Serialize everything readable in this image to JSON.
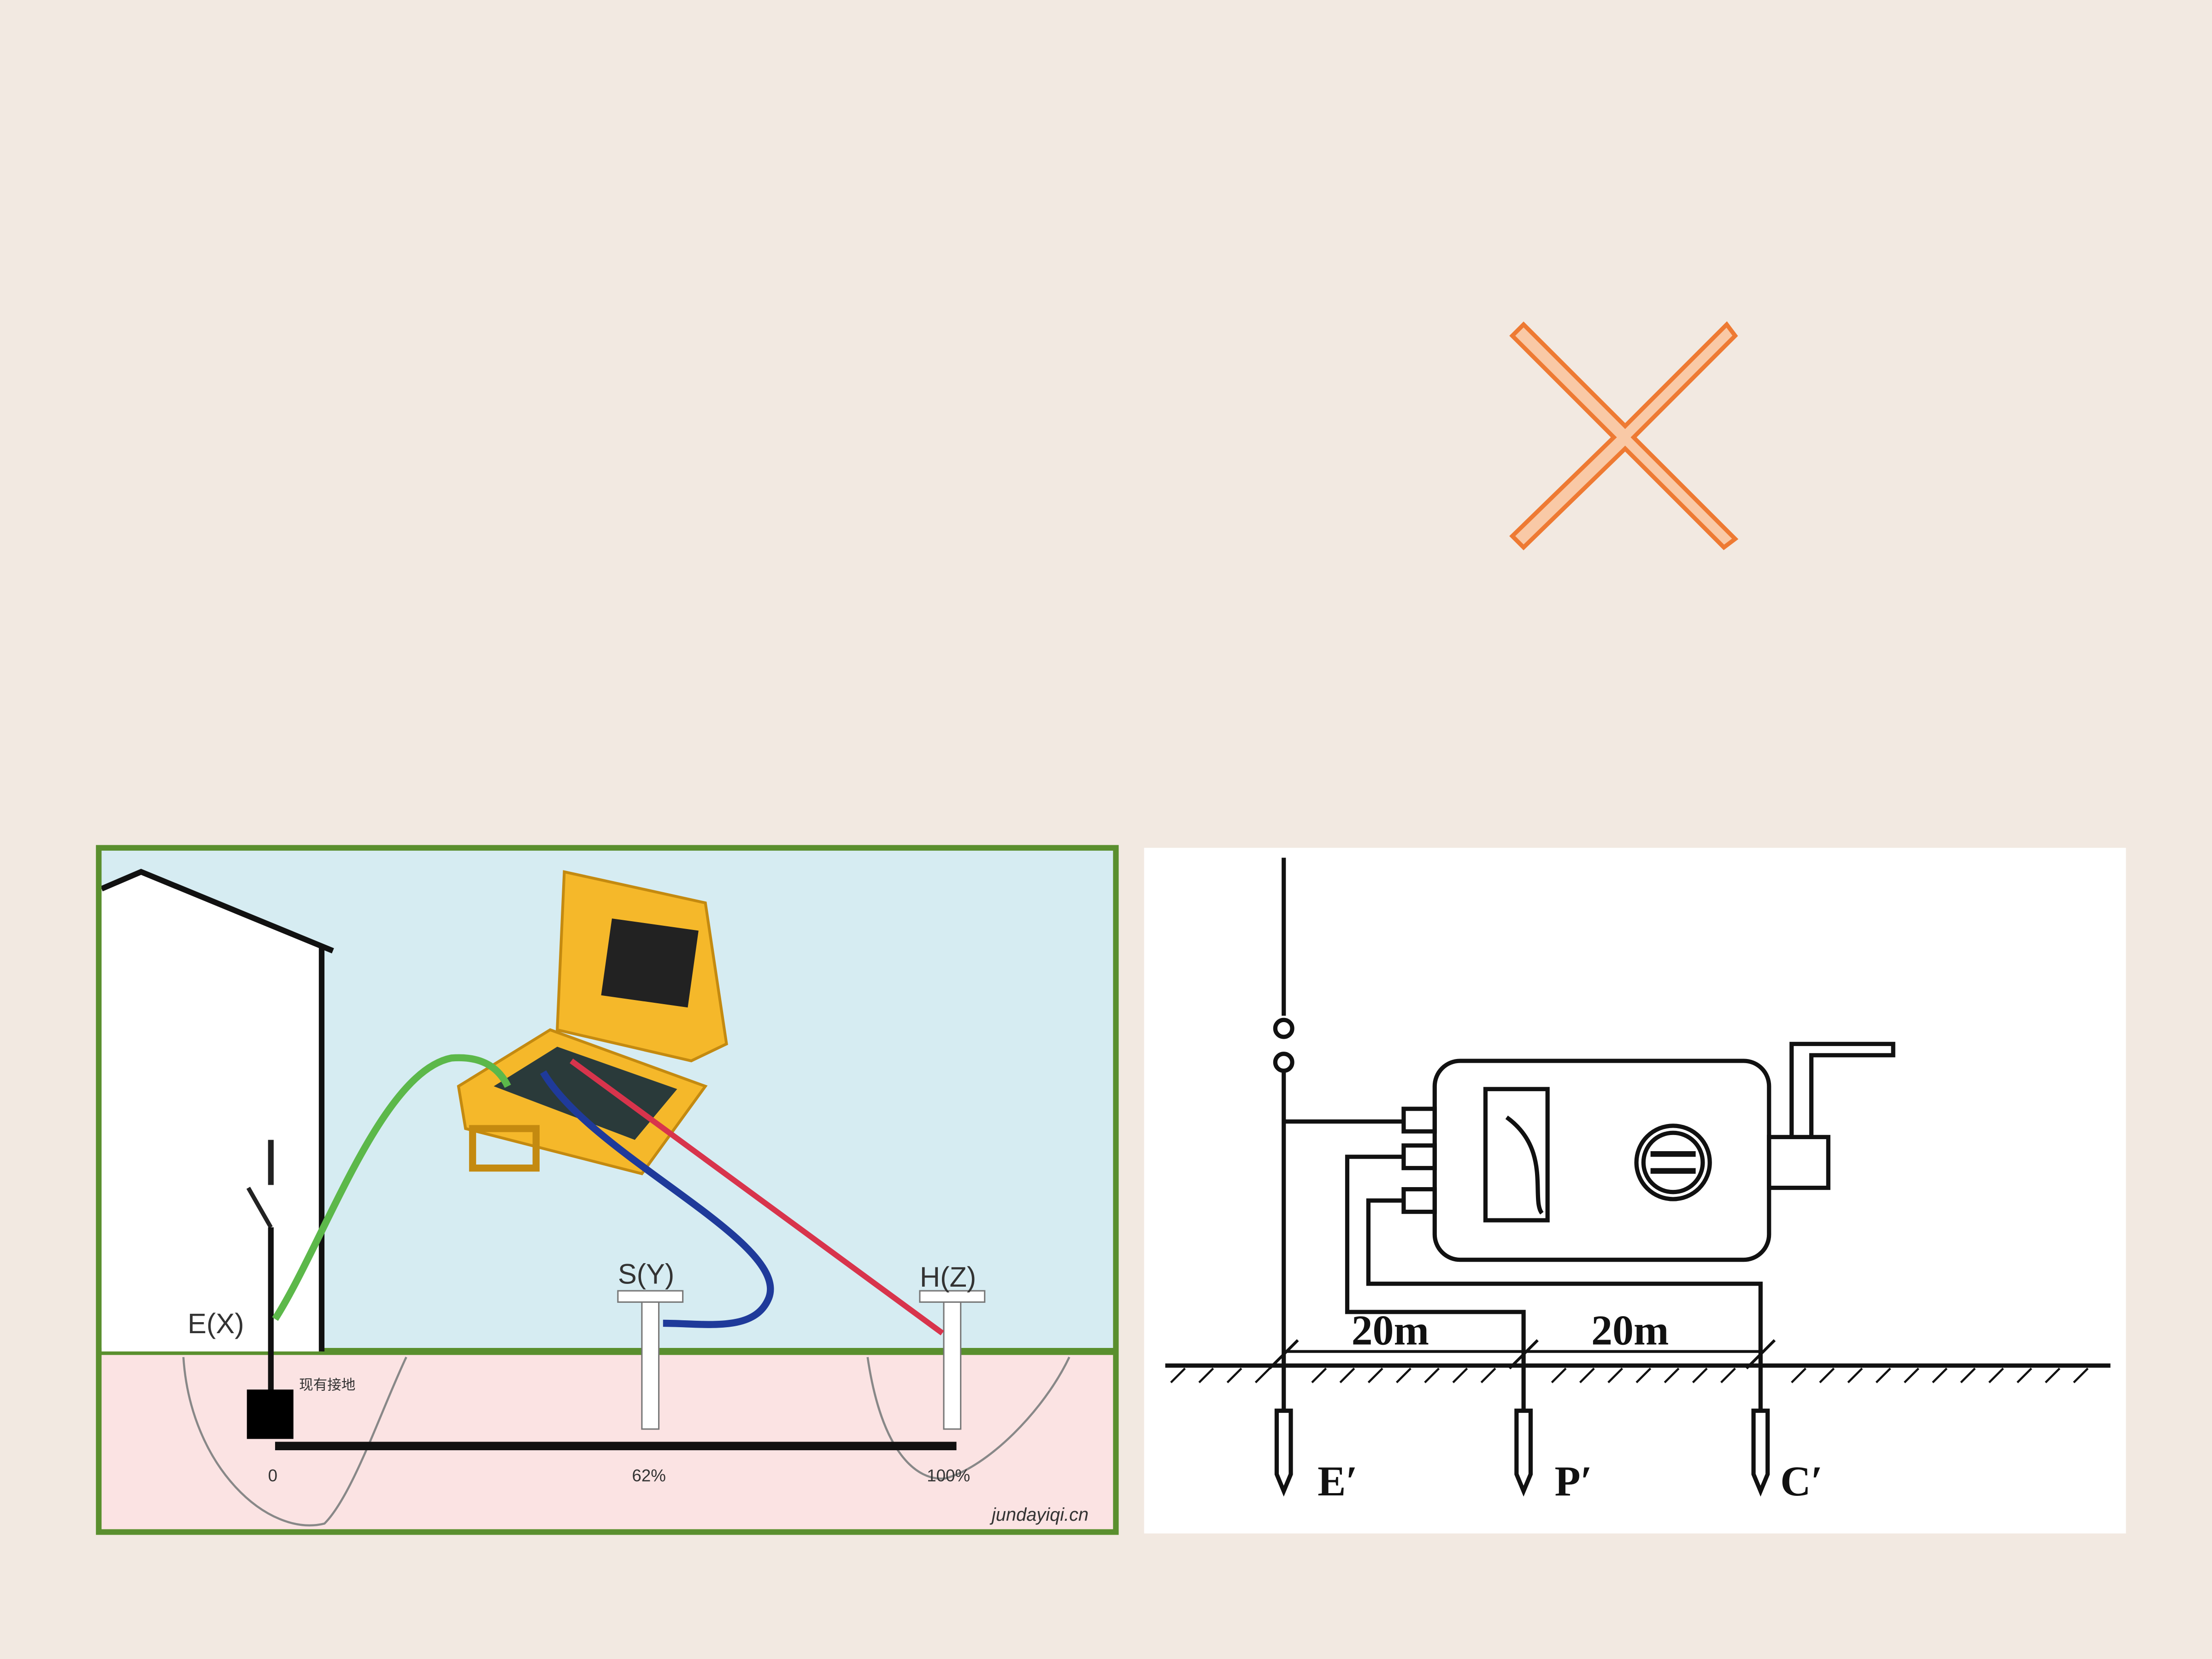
{
  "colors": {
    "background": "#f2e9e1",
    "cross_fill": "#f9c9a6",
    "cross_stroke": "#ee7a33",
    "frame_green": "#5a8f2e",
    "sky": "#d6ecf2",
    "soil": "#fbe3e3",
    "green_wire": "#5cb84a",
    "blue_wire": "#1f3a9a",
    "red_wire": "#d8344c",
    "tester_yellow": "#f5b82a"
  },
  "left_diagram": {
    "terminal_e": "E(X)",
    "terminal_s": "S(Y)",
    "terminal_h": "H(Z)",
    "ground_label": "现有接地",
    "scale_0": "0",
    "scale_62": "62%",
    "scale_100": "100%",
    "watermark": "jundayiqi.cn"
  },
  "right_diagram": {
    "distance_1": "20m",
    "distance_2": "20m",
    "electrode_e": "E′",
    "electrode_p": "P′",
    "electrode_c": "C′"
  }
}
